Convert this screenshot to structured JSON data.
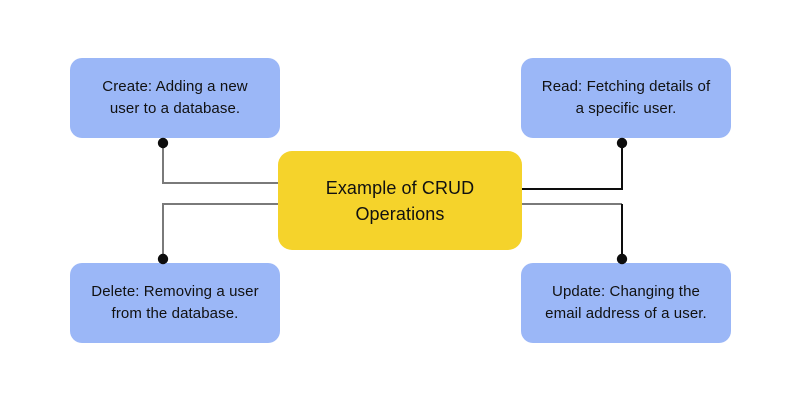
{
  "diagram": {
    "center_node": {
      "label": "Example of CRUD\nOperations"
    },
    "nodes": {
      "create": {
        "label": "Create: Adding a new\nuser to a database.",
        "position": "top-left"
      },
      "read": {
        "label": "Read: Fetching details of\na specific user.",
        "position": "top-right"
      },
      "delete": {
        "label": "Delete: Removing a user\nfrom the database.",
        "position": "bottom-left"
      },
      "update": {
        "label": "Update: Changing the\nemail address of a user.",
        "position": "bottom-right"
      }
    },
    "colors": {
      "background": "#ffffff",
      "node_fill": "#9bb7f7",
      "center_fill": "#f5d32b",
      "connector_gray": "#7a7a7a",
      "connector_black": "#0d0d0d",
      "text": "#111111"
    }
  }
}
